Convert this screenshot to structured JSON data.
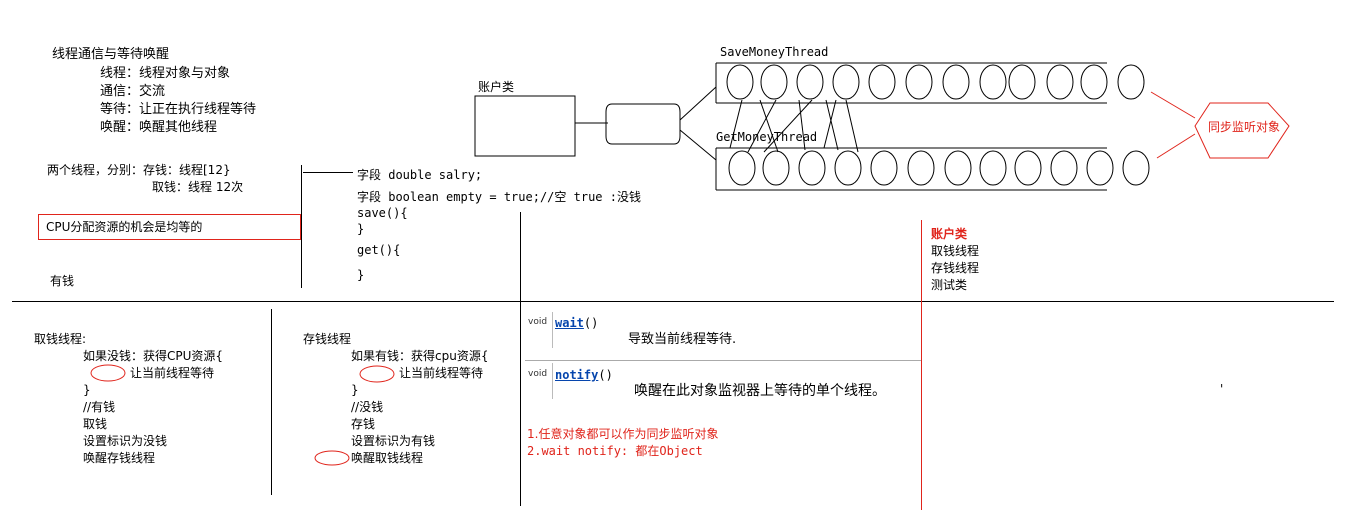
{
  "intro": {
    "title": "线程通信与等待唤醒",
    "lines": [
      "线程：线程对象与对象",
      "通信：交流",
      "等待：让正在执行线程等待",
      "唤醒：唤醒其他线程"
    ]
  },
  "threads_desc": {
    "line1": "两个线程，分别：存钱：线程[12}",
    "line2": "取钱：线程   12次"
  },
  "cpu_note": "CPU分配资源的机会是均等的",
  "has_money": "有钱",
  "account_box_label": "账户类",
  "save_thread_label": "SaveMoneyThread",
  "get_thread_label": "GetMoneyThread",
  "monitor_label": "同步监听对象",
  "fields": {
    "salary": "字段 double salry;",
    "empty": "字段 boolean empty = true;//空 true :没钱",
    "save_open": "save(){",
    "save_close": "}",
    "get_open": "get(){",
    "get_close": "}"
  },
  "class_list": {
    "title": "账户类",
    "items": [
      "取钱线程",
      "存钱线程",
      "测试类"
    ]
  },
  "withdraw": {
    "title": "取钱线程:",
    "lines": [
      "如果没钱：获得CPU资源{",
      "让当前线程等待",
      "}",
      "//有钱",
      "取钱",
      "设置标识为没钱",
      "唤醒存钱线程"
    ]
  },
  "deposit": {
    "title": "存钱线程",
    "lines": [
      "如果有钱：获得cpu资源{",
      "让当前线程等待",
      "}",
      "//没钱",
      "存钱",
      "设置标识为有钱",
      "唤醒取钱线程"
    ]
  },
  "api": {
    "wait_type": "void",
    "wait_name": "wait",
    "wait_parens": "()",
    "wait_desc": "导致当前线程等待.",
    "notify_type": "void",
    "notify_name": "notify",
    "notify_parens": "()",
    "notify_desc": "唤醒在此对象监视器上等待的单个线程。"
  },
  "notes": {
    "line1": "1.任意对象都可以作为同步监听对象",
    "line2": "2.wait  notify:     都在Object"
  },
  "stray_mark": "'"
}
